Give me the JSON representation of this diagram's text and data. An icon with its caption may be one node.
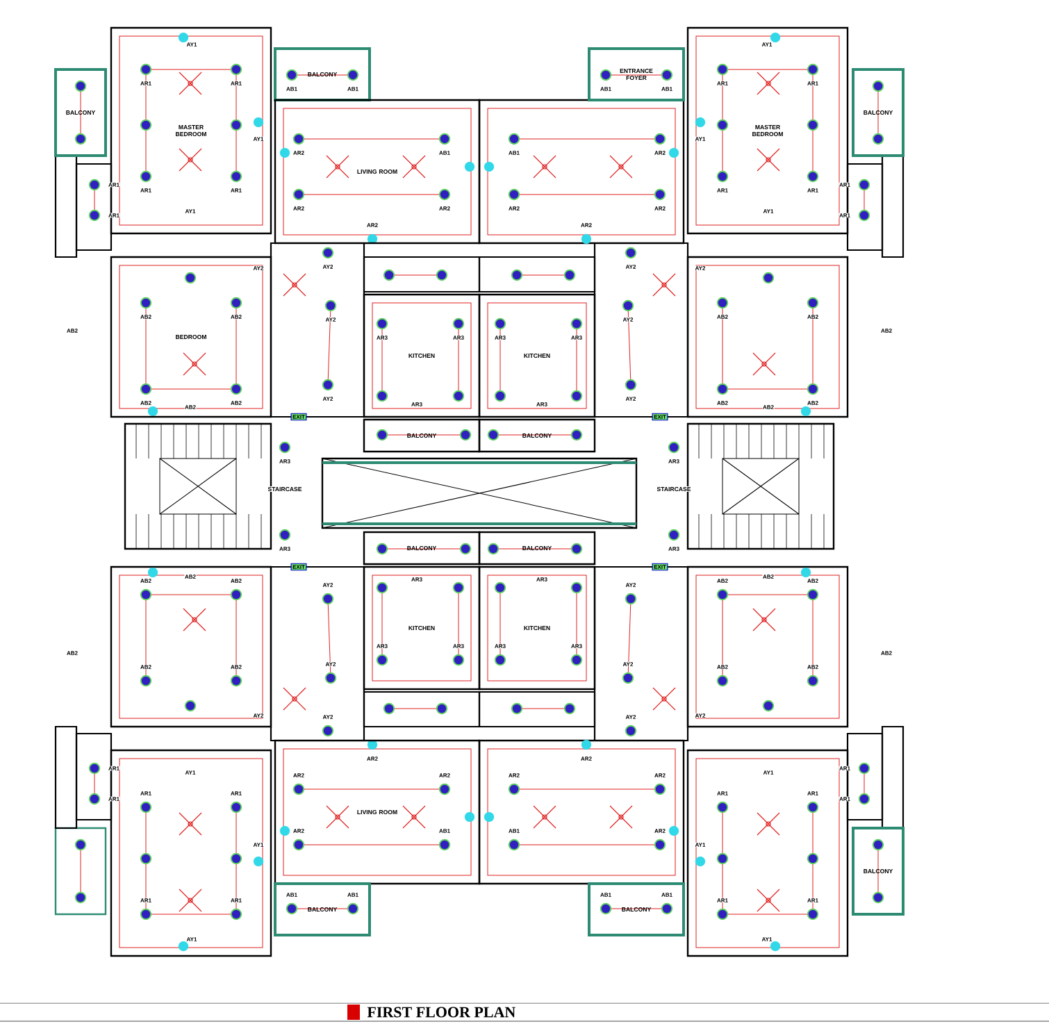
{
  "diagram": {
    "title": "FIRST FLOOR PLAN",
    "nodes": [
      {
        "text": [
          "MASTER BEDROOM"
        ]
      },
      {
        "text": [
          "BALCONY"
        ]
      },
      {
        "text": [
          "BALCONY"
        ]
      },
      {
        "text": [
          "LIVING ROOM"
        ]
      },
      {
        "text": [
          "BEDROOM"
        ]
      },
      {
        "text": [
          "KITCHEN"
        ]
      },
      {
        "text": [
          "BALCONY"
        ]
      },
      {
        "text": [
          "ENTRANCE FOYER"
        ]
      },
      {
        "text": [
          "MASTER BEDROOM"
        ]
      },
      {
        "text": [
          "BALCONY"
        ]
      },
      {
        "text": [
          "KITCHEN"
        ]
      },
      {
        "text": [
          "BALCONY"
        ]
      },
      {
        "text": [
          "BALCONY"
        ]
      },
      {
        "text": [
          "KITCHEN"
        ]
      },
      {
        "text": [
          "LIVING ROOM"
        ]
      },
      {
        "text": [
          "BALCONY"
        ]
      },
      {
        "text": [
          "BALCONY"
        ]
      },
      {
        "text": [
          "KITCHEN"
        ]
      },
      {
        "text": [
          "BALCONY"
        ]
      },
      {
        "text": [
          "BALCONY"
        ]
      }
    ],
    "labels": [
      "AY1",
      "AR1",
      "AR1",
      "AR1",
      "AR1",
      "AY1",
      "AY1",
      "AR1",
      "AR1",
      "AB2",
      "AB2",
      "AB2",
      "AB2",
      "AB2",
      "AB2",
      "AY2",
      "AR2",
      "AB1",
      "AR2",
      "AR2",
      "AB1",
      "AB1",
      "AR2",
      "AY2",
      "AY2",
      "AY2",
      "AR3",
      "AR3",
      "AR3",
      "AY1",
      "AR1",
      "AR1",
      "AR1",
      "AR1",
      "AY1",
      "AY1",
      "AR1",
      "AR1",
      "AB2",
      "AB2",
      "AB2",
      "AB2",
      "AB2",
      "AB2",
      "AY2",
      "AR2",
      "AB1",
      "AR2",
      "AR2",
      "AB1",
      "AB1",
      "AR2",
      "AY2",
      "AY2",
      "AY2",
      "AR3",
      "AR3",
      "AR3",
      "AY1",
      "AR1",
      "AR1",
      "AR1",
      "AR1",
      "AY1",
      "AY1",
      "AR1",
      "AR1",
      "AB2",
      "AB2",
      "AB2",
      "AB2",
      "AB2",
      "AB2",
      "AY2",
      "AR2",
      "AB1",
      "AR2",
      "AR2",
      "AB1",
      "AB1",
      "AR2",
      "AY2",
      "AY2",
      "AY2",
      "AR3",
      "AR3",
      "AR3",
      "AY1",
      "AR1",
      "AR1",
      "AR1",
      "AR1",
      "AY1",
      "AY1",
      "AR1",
      "AR1",
      "AB2",
      "AB2",
      "AB2",
      "AB2",
      "AB2",
      "AB2",
      "AY2",
      "AR2",
      "AB1",
      "AR2",
      "AR2",
      "AB1",
      "AB1",
      "AR2",
      "AY2",
      "AY2",
      "AY2",
      "AR3",
      "AR3",
      "AR3",
      "STAIRCASE",
      "STAIRCASE",
      "AR3",
      "AR3",
      "AR3",
      "AR3",
      "EXIT",
      "EXIT",
      "EXIT",
      "EXIT"
    ]
  }
}
